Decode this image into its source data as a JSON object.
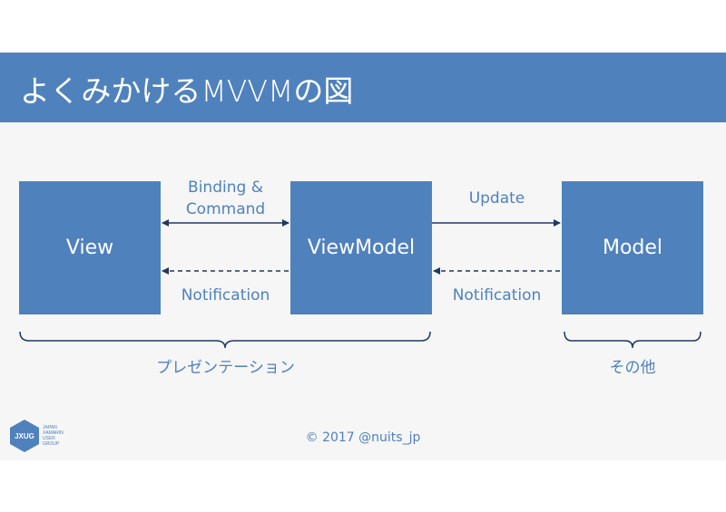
{
  "title": "よくみかけるMVVMの図",
  "boxes": {
    "view": "View",
    "viewmodel": "ViewModel",
    "model": "Model"
  },
  "arrows": {
    "binding_line1": "Binding &",
    "binding_line2": "Command",
    "notification_left": "Notification",
    "update": "Update",
    "notification_right": "Notification"
  },
  "groups": {
    "presentation": "プレゼンテーション",
    "other": "その他"
  },
  "footer": "© 2017 @nuits_jp",
  "logo": {
    "mark": "JXUG",
    "lines": [
      "JAPAN",
      "XAMARIN",
      "USER",
      "GROUP"
    ]
  },
  "colors": {
    "accent": "#4f81bd",
    "arrow": "#1f3864",
    "background": "#f6f6f6"
  }
}
